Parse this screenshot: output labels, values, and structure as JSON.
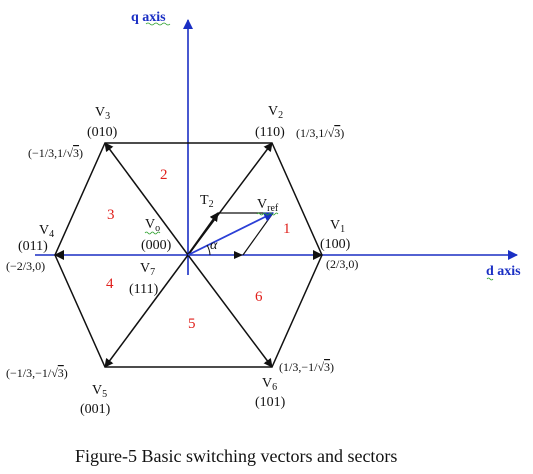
{
  "axes": {
    "q_label": "q axis",
    "d_label": "d axis"
  },
  "vectors": {
    "v1": {
      "name": "V",
      "sub": "1",
      "code": "(100)",
      "coord": "(2/3,0)"
    },
    "v2": {
      "name": "V",
      "sub": "2",
      "code": "(110)",
      "coord_pre": "(1/3,1/",
      "coord_root": "3",
      "coord_post": ")"
    },
    "v3": {
      "name": "V",
      "sub": "3",
      "code": "(010)",
      "coord_pre": "(−1/3,1/",
      "coord_root": "3",
      "coord_post": ")"
    },
    "v4": {
      "name": "V",
      "sub": "4",
      "code": "(011)",
      "coord": "(−2/3,0)"
    },
    "v5": {
      "name": "V",
      "sub": "5",
      "code": "(001)",
      "coord_pre": "(−1/3,−1/",
      "coord_root": "3",
      "coord_post": ")"
    },
    "v6": {
      "name": "V",
      "sub": "6",
      "code": "(101)",
      "coord_pre": "(1/3,−1/",
      "coord_root": "3",
      "coord_post": ")"
    },
    "v0": {
      "name": "V",
      "sub": "o",
      "code": "(000)"
    },
    "v7": {
      "name": "V",
      "sub": "7",
      "code": "(111)"
    }
  },
  "ref": {
    "name": "V",
    "sub": "ref"
  },
  "t2": {
    "name": "T",
    "sub": "2"
  },
  "alpha": "α",
  "sectors": [
    "1",
    "2",
    "3",
    "4",
    "5",
    "6"
  ],
  "caption": "Figure-5 Basic switching vectors and sectors",
  "colors": {
    "axis": "#1a2fc4",
    "vref": "#2b3fd6",
    "hexagon": "#111111",
    "sector_label": "#e0201c"
  }
}
